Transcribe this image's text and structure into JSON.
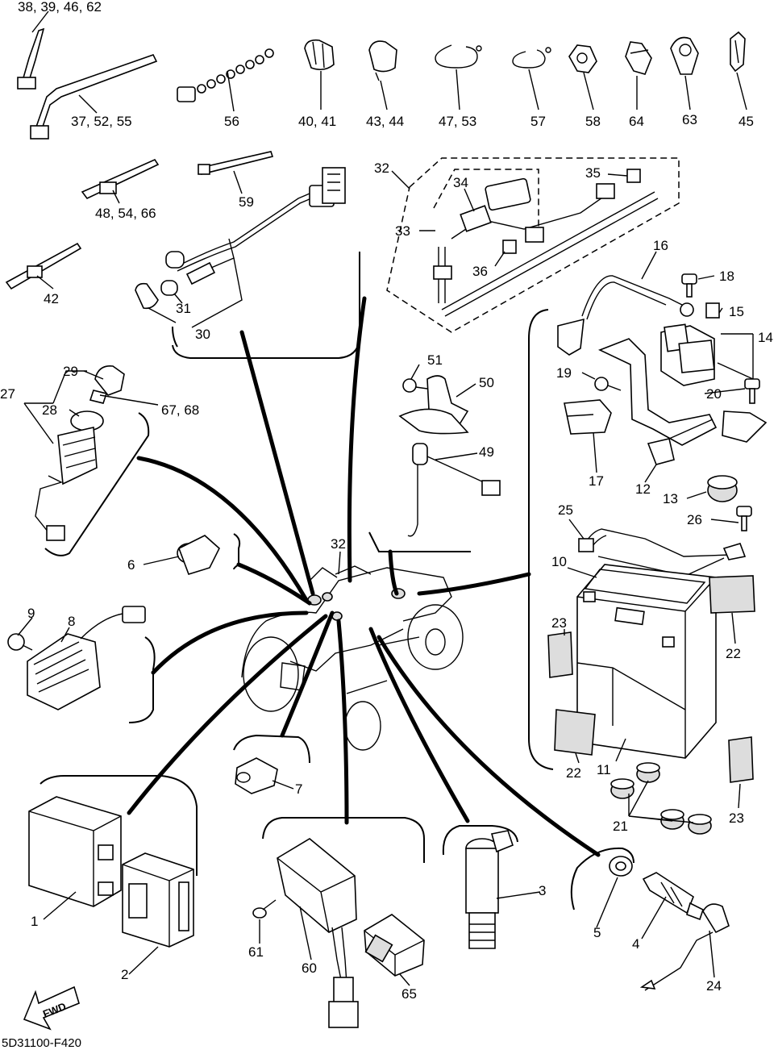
{
  "diagram_code": "5D31100-F420",
  "fwd_label": "FWD",
  "callouts": [
    {
      "id": "c-38-39-46-62",
      "text": "38, 39, 46, 62"
    },
    {
      "id": "c-37-52-55",
      "text": "37, 52, 55"
    },
    {
      "id": "c-56",
      "text": "56"
    },
    {
      "id": "c-40-41",
      "text": "40, 41"
    },
    {
      "id": "c-43-44",
      "text": "43, 44"
    },
    {
      "id": "c-47-53",
      "text": "47,  53"
    },
    {
      "id": "c-57",
      "text": "57"
    },
    {
      "id": "c-58",
      "text": "58"
    },
    {
      "id": "c-64",
      "text": "64"
    },
    {
      "id": "c-63",
      "text": "63"
    },
    {
      "id": "c-45",
      "text": "45"
    },
    {
      "id": "c-48-54-66",
      "text": "48, 54, 66"
    },
    {
      "id": "c-59",
      "text": "59"
    },
    {
      "id": "c-42",
      "text": "42"
    },
    {
      "id": "c-32a",
      "text": "32"
    },
    {
      "id": "c-34",
      "text": "34"
    },
    {
      "id": "c-35",
      "text": "35"
    },
    {
      "id": "c-33",
      "text": "33"
    },
    {
      "id": "c-36",
      "text": "36"
    },
    {
      "id": "c-31",
      "text": "31"
    },
    {
      "id": "c-30",
      "text": "30"
    },
    {
      "id": "c-16",
      "text": "16"
    },
    {
      "id": "c-18",
      "text": "18"
    },
    {
      "id": "c-15",
      "text": "15"
    },
    {
      "id": "c-14",
      "text": "14"
    },
    {
      "id": "c-29",
      "text": "29"
    },
    {
      "id": "c-27",
      "text": "27"
    },
    {
      "id": "c-28",
      "text": "28"
    },
    {
      "id": "c-67-68",
      "text": "67, 68"
    },
    {
      "id": "c-51",
      "text": "51"
    },
    {
      "id": "c-50",
      "text": "50"
    },
    {
      "id": "c-19",
      "text": "19"
    },
    {
      "id": "c-20",
      "text": "20"
    },
    {
      "id": "c-49",
      "text": "49"
    },
    {
      "id": "c-17",
      "text": "17"
    },
    {
      "id": "c-12",
      "text": "12"
    },
    {
      "id": "c-13",
      "text": "13"
    },
    {
      "id": "c-25",
      "text": "25"
    },
    {
      "id": "c-26",
      "text": "26"
    },
    {
      "id": "c-6",
      "text": "6"
    },
    {
      "id": "c-32b",
      "text": "32"
    },
    {
      "id": "c-10",
      "text": "10"
    },
    {
      "id": "c-9",
      "text": "9"
    },
    {
      "id": "c-8",
      "text": "8"
    },
    {
      "id": "c-23a",
      "text": "23"
    },
    {
      "id": "c-22a",
      "text": "22"
    },
    {
      "id": "c-22b",
      "text": "22"
    },
    {
      "id": "c-11",
      "text": "11"
    },
    {
      "id": "c-7",
      "text": "7"
    },
    {
      "id": "c-21",
      "text": "21"
    },
    {
      "id": "c-23b",
      "text": "23"
    },
    {
      "id": "c-3",
      "text": "3"
    },
    {
      "id": "c-1",
      "text": "1"
    },
    {
      "id": "c-5",
      "text": "5"
    },
    {
      "id": "c-4",
      "text": "4"
    },
    {
      "id": "c-2",
      "text": "2"
    },
    {
      "id": "c-61",
      "text": "61"
    },
    {
      "id": "c-60",
      "text": "60"
    },
    {
      "id": "c-65",
      "text": "65"
    },
    {
      "id": "c-24",
      "text": "24"
    }
  ]
}
